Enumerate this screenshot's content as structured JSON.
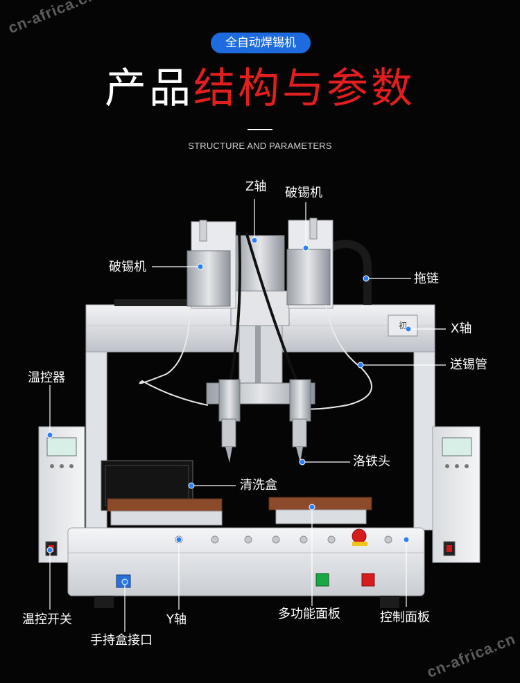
{
  "watermark": "cn-africa.cn",
  "header": {
    "badge": "全自动焊锡机",
    "title_white": "产品",
    "title_red": "结构与参数",
    "subtitle": "STRUCTURE AND PARAMETERS"
  },
  "labels": {
    "z_axis": "Z轴",
    "tin_breaker_right": "破锡机",
    "tin_breaker_left": "破锡机",
    "drag_chain": "拖链",
    "x_axis": "X轴",
    "temp_controller": "温控器",
    "tin_feed_tube": "送锡管",
    "soldering_tip": "洛铁头",
    "cleaning_box": "清洗盒",
    "temp_switch": "温控开关",
    "y_axis": "Y轴",
    "multi_panel": "多功能面板",
    "control_panel": "控制面板",
    "handheld_port": "手持盒接口"
  },
  "colors": {
    "accent_blue": "#1e6be0",
    "title_red": "#e21e1e",
    "dot_blue": "#2a7fff"
  }
}
